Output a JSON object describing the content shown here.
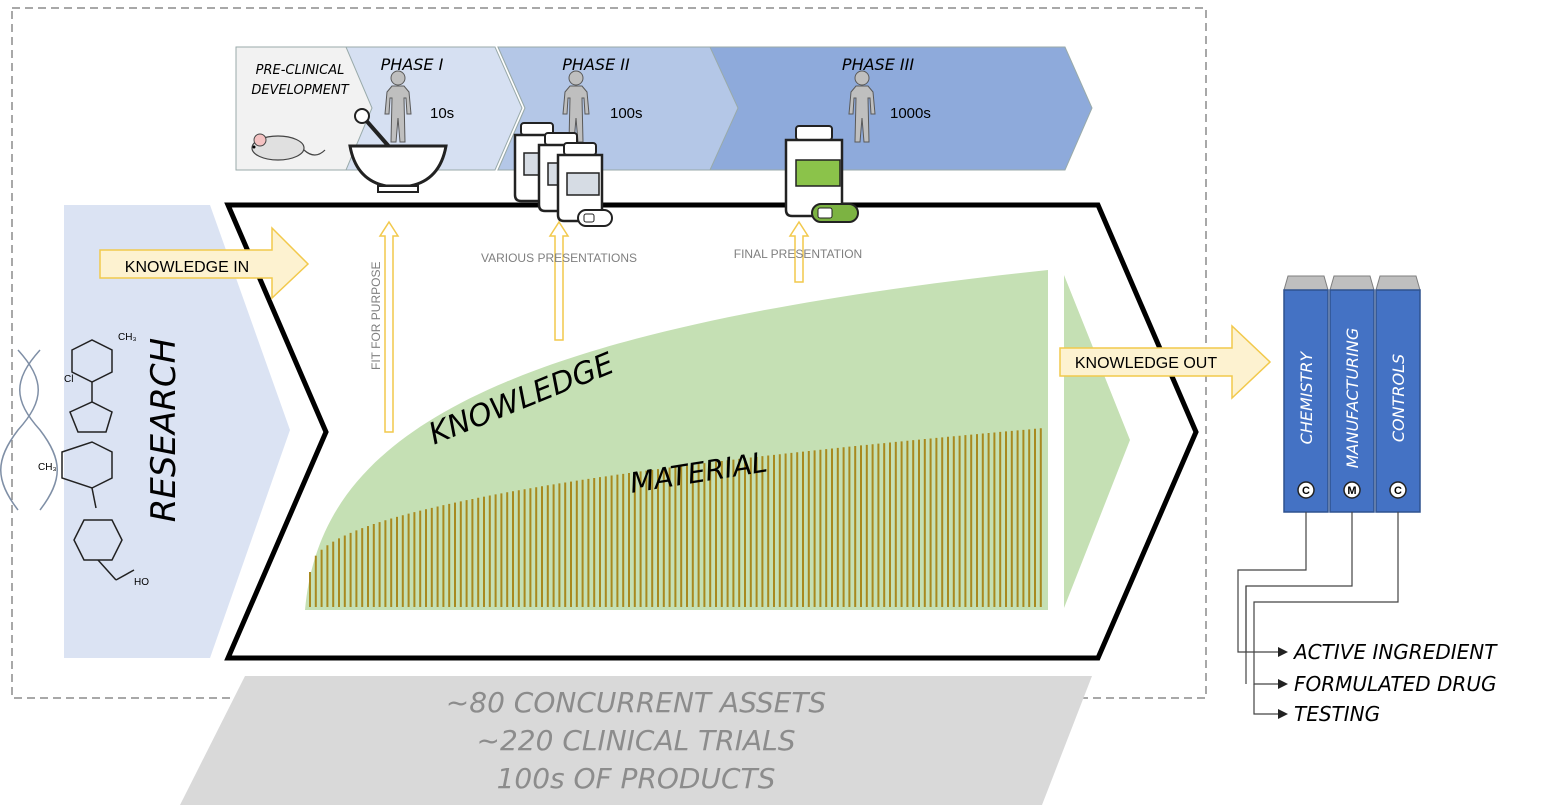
{
  "phases": {
    "preclinical": [
      "PRE-CLINICAL",
      "DEVELOPMENT"
    ],
    "phase1": {
      "label": "PHASE I",
      "count": "10s"
    },
    "phase2": {
      "label": "PHASE II",
      "count": "100s"
    },
    "phase3": {
      "label": "PHASE III",
      "count": "1000s"
    }
  },
  "research_label": "RESEARCH",
  "knowledge_in": "KNOWLEDGE IN",
  "knowledge_out": "KNOWLEDGE OUT",
  "annotations": {
    "fit_for_purpose": "FIT FOR PURPOSE",
    "various_presentations": "VARIOUS PRESENTATIONS",
    "final_presentation": "FINAL PRESENTATION"
  },
  "curves": {
    "knowledge": "KNOWLEDGE",
    "material": "MATERIAL"
  },
  "cmc": {
    "columns": [
      {
        "label": "CHEMISTRY",
        "badge": "C"
      },
      {
        "label": "MANUFACTURING",
        "badge": "M"
      },
      {
        "label": "CONTROLS",
        "badge": "C"
      }
    ],
    "outputs": [
      "ACTIVE INGREDIENT",
      "FORMULATED DRUG",
      "TESTING"
    ]
  },
  "footer": [
    "~80 CONCURRENT ASSETS",
    "~220 CLINICAL TRIALS",
    "100s OF PRODUCTS"
  ],
  "molecule_labels": {
    "cl": "Cl",
    "ch3_top": "CH₃",
    "ch3_left": "CH₃",
    "oh": "HO"
  },
  "colors": {
    "research": "#dbe3f3",
    "phase1": "#d6e0f2",
    "phase2": "#b4c7e7",
    "phase3": "#8eaadb",
    "knowledge": "#c5e0b4",
    "material": "#a8891f",
    "arrow_fill": "#fdf2d0",
    "arrow_line": "#f2c94c",
    "cmc_column": "#4472c4",
    "footer": "#d9d9d9"
  }
}
